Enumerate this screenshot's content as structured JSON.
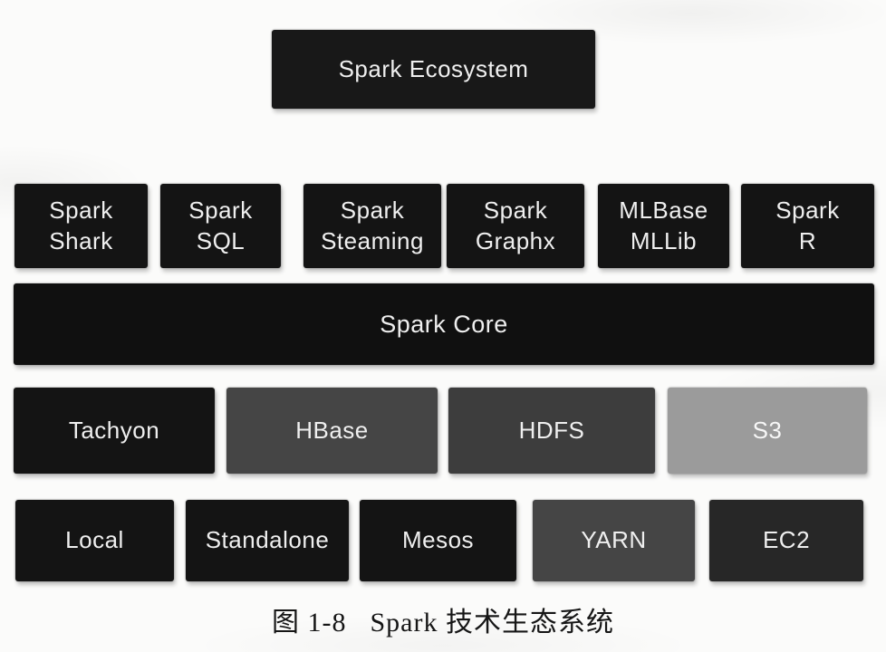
{
  "figure": {
    "ecosystem_label": "Spark Ecosystem",
    "components": [
      {
        "lines": [
          "Spark",
          "Shark"
        ]
      },
      {
        "lines": [
          "Spark",
          "SQL"
        ]
      },
      {
        "lines": [
          "Spark",
          "Steaming"
        ]
      },
      {
        "lines": [
          "Spark",
          "Graphx"
        ]
      },
      {
        "lines": [
          "MLBase",
          "MLLib"
        ]
      },
      {
        "lines": [
          "Spark",
          "R"
        ]
      }
    ],
    "core_label": "Spark Core",
    "storage": [
      "Tachyon",
      "HBase",
      "HDFS",
      "S3"
    ],
    "cluster_managers": [
      "Local",
      "Standalone",
      "Mesos",
      "YARN",
      "EC2"
    ],
    "caption": {
      "figure_no": "图 1-8",
      "title": "Spark 技术生态系统"
    }
  },
  "colors": {
    "box_black": "#141414",
    "box_dark_gray": "#454545",
    "box_darker_gray": "#3d3d3d",
    "box_light_gray": "#9b9b9b",
    "box_ec2": "#272727",
    "label_text": "#efefef",
    "caption_text": "#161616",
    "page_background": "#fbfbfa"
  }
}
